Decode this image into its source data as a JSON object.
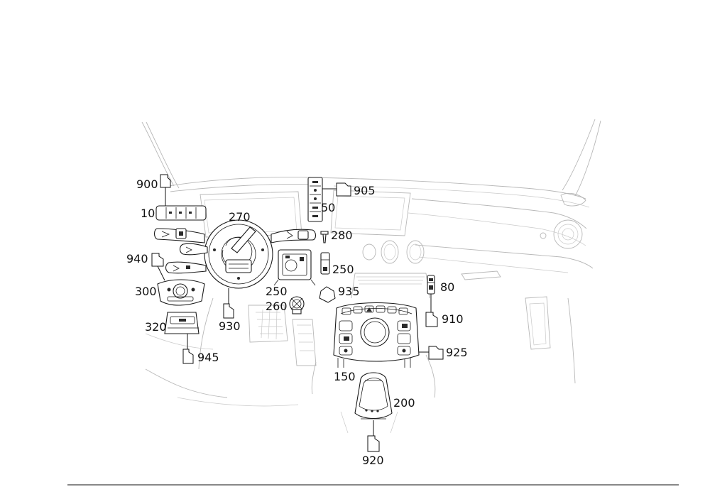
{
  "labels": {
    "l900": "900",
    "l10": "10",
    "l270": "270",
    "l905": "905",
    "l50": "50",
    "l280": "280",
    "l940": "940",
    "l250a": "250",
    "l250b": "250",
    "l300": "300",
    "l935": "935",
    "l80": "80",
    "l260": "260",
    "l930": "930",
    "l910": "910",
    "l320": "320",
    "l925": "925",
    "l945": "945",
    "l150": "150",
    "l200": "200",
    "l920": "920"
  }
}
